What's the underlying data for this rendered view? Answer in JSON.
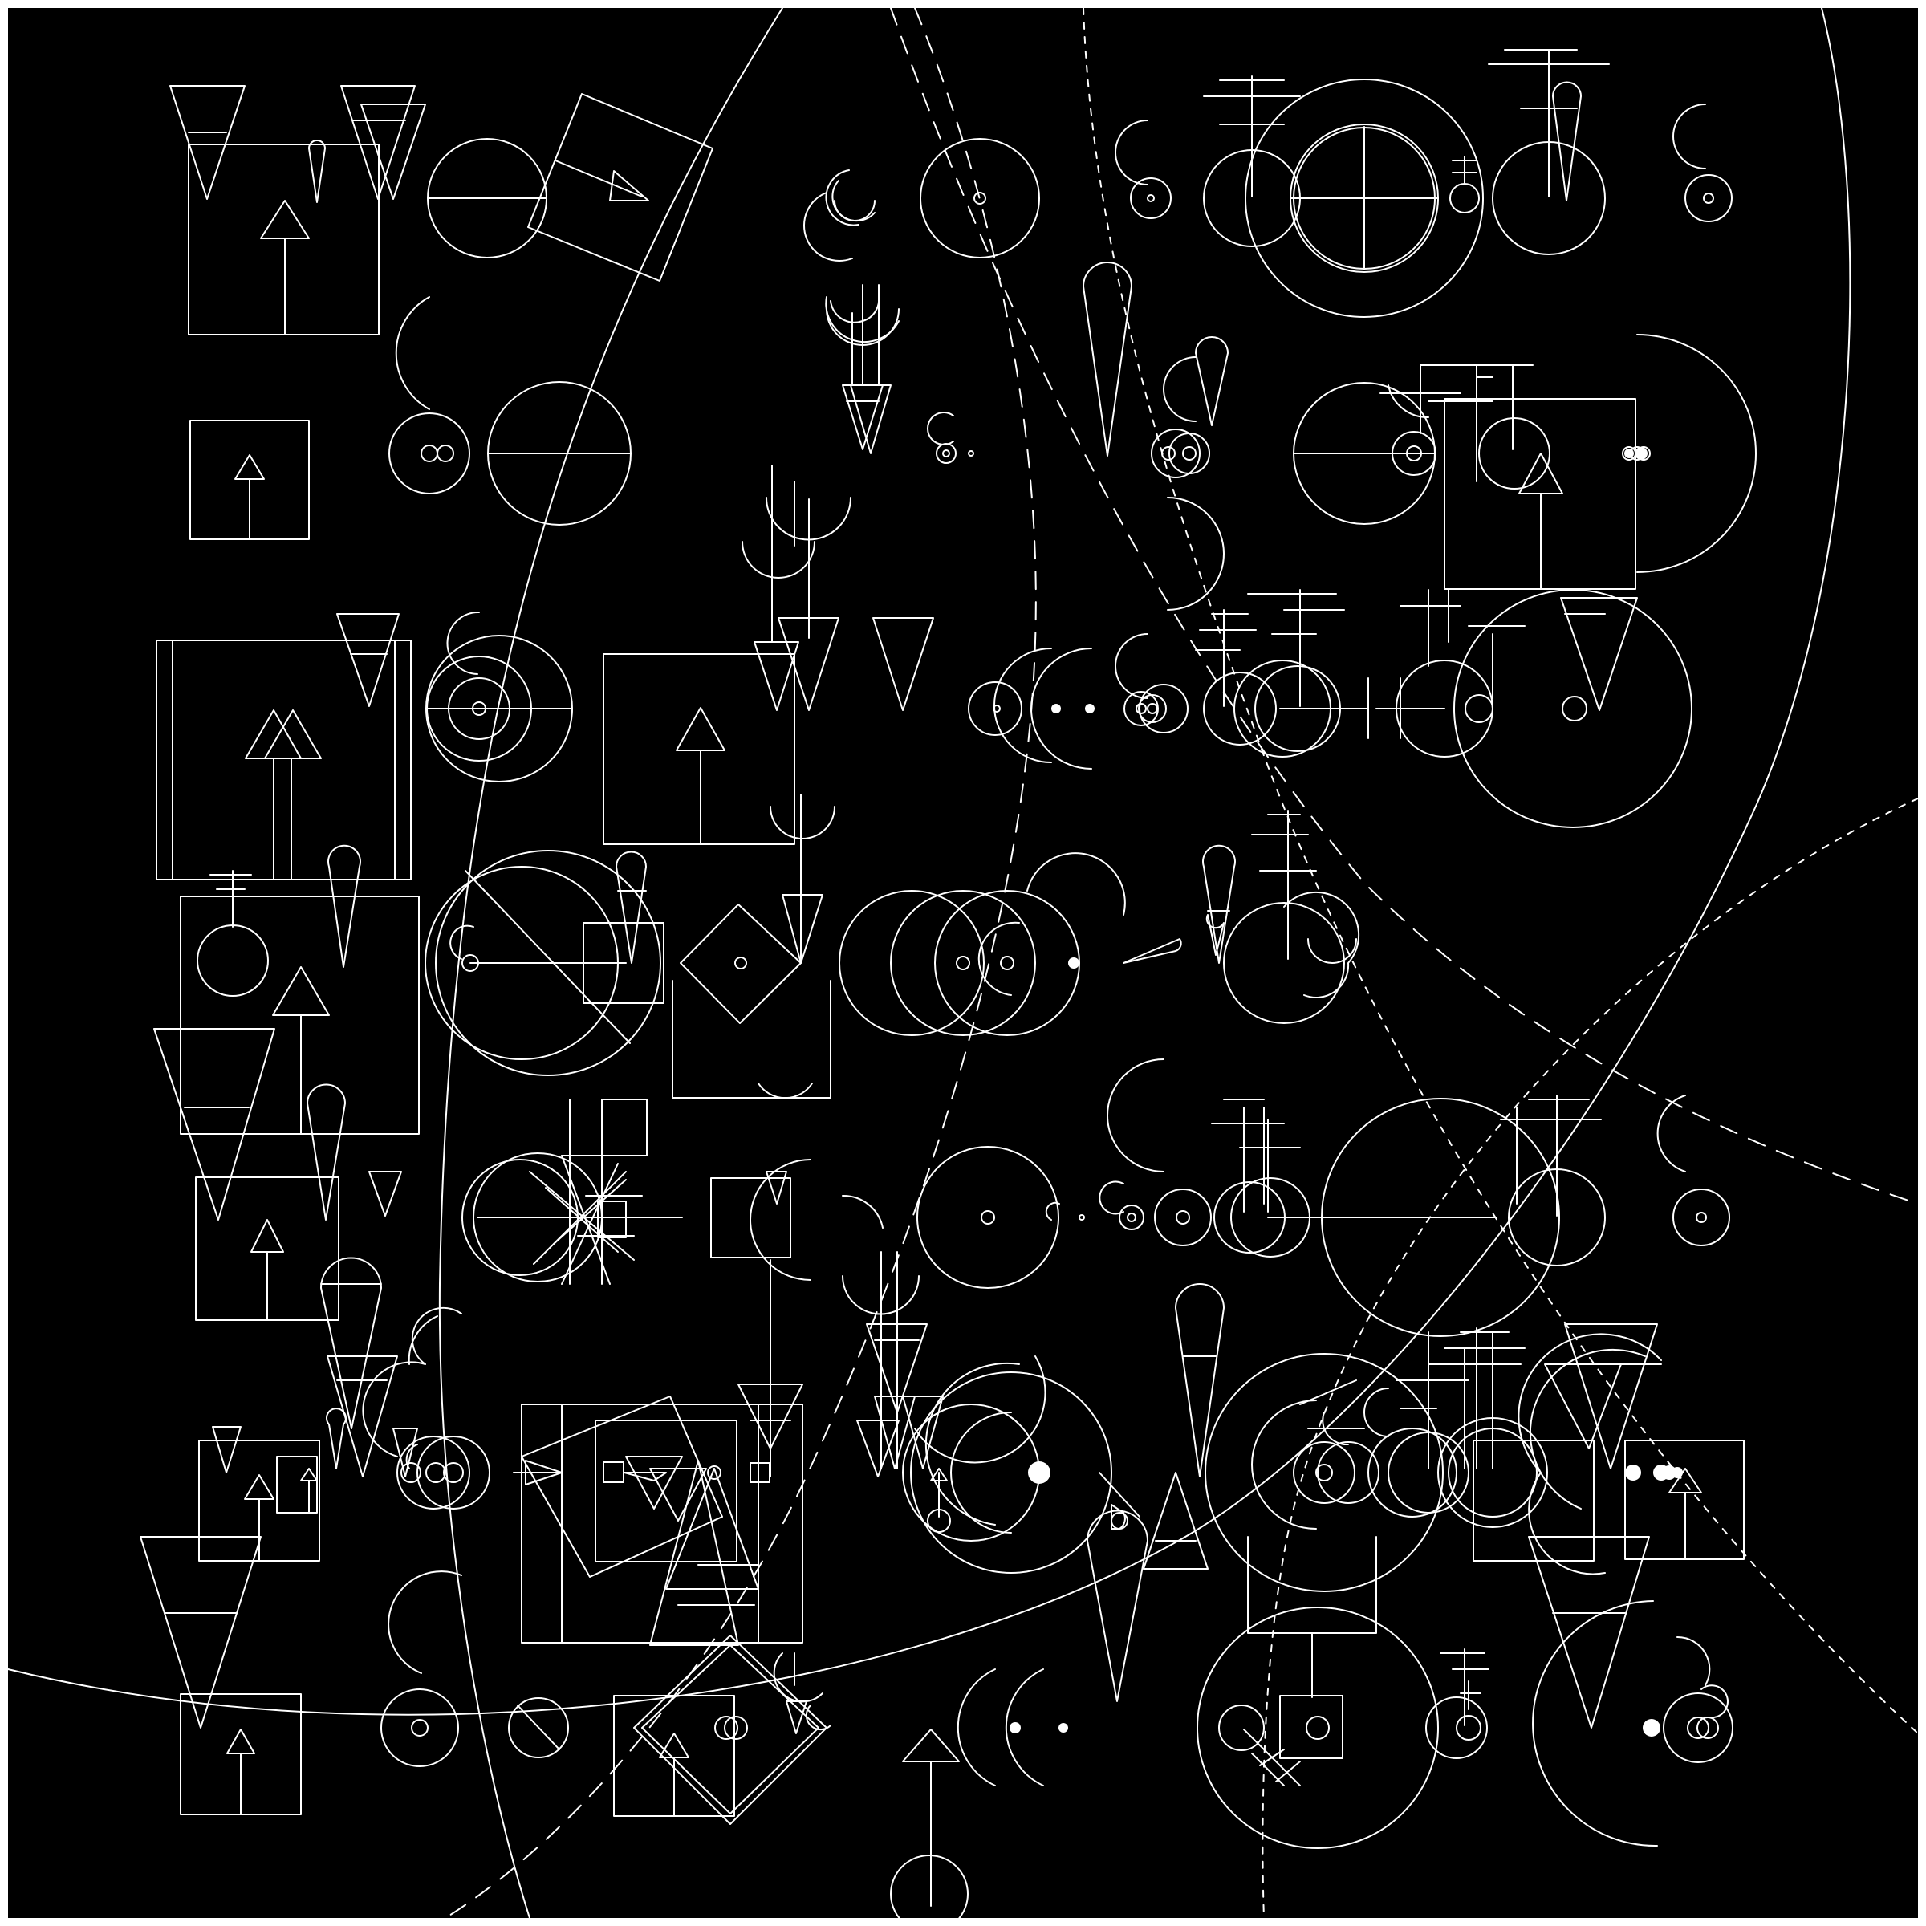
{
  "canvas": {
    "background": "#000000",
    "stroke": "#ffffff",
    "frame": "#ffffff"
  },
  "glyph_families": [
    "arrow-box",
    "inverted-triangle",
    "ice-cream-cone",
    "spiral-circle",
    "crossbar-circle",
    "concentric-arcs",
    "trident",
    "diamond",
    "large-guide-arc"
  ]
}
